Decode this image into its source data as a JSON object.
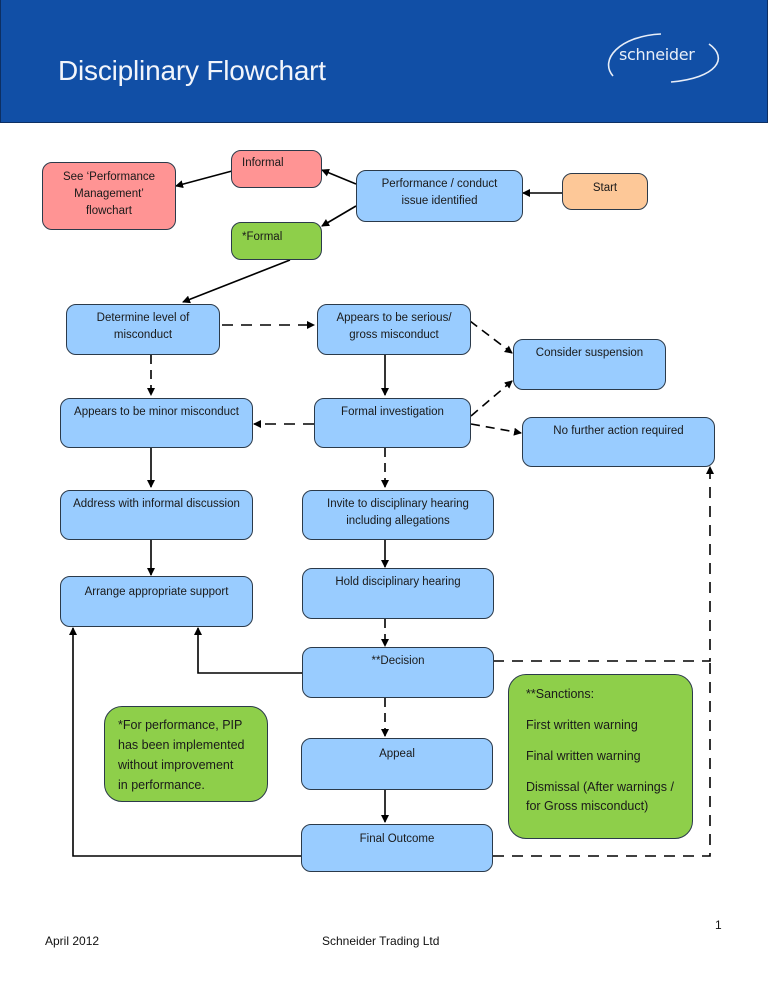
{
  "header": {
    "title": "Disciplinary Flowchart",
    "logo_text": "schneider",
    "background_color": "#114fa6"
  },
  "nodes": {
    "start": "Start",
    "issue_identified": [
      "Performance / conduct",
      "issue identified"
    ],
    "informal": "Informal",
    "formal": "*Formal",
    "see_performance": [
      "See ‘Performance",
      "Management’",
      "flowchart"
    ],
    "determine_level": [
      "Determine level of",
      "misconduct"
    ],
    "serious_misconduct": [
      "Appears to be serious/",
      "gross misconduct"
    ],
    "consider_suspension": "Consider suspension",
    "minor_misconduct": "Appears to be minor misconduct",
    "formal_investigation": "Formal investigation",
    "no_further_action": "No further action required",
    "informal_discussion": "Address with informal discussion",
    "invite_hearing": [
      "Invite to disciplinary hearing",
      "including allegations"
    ],
    "arrange_support": "Arrange appropriate support",
    "hold_hearing": "Hold disciplinary hearing",
    "decision": "**Decision",
    "appeal": "Appeal",
    "final_outcome": "Final Outcome"
  },
  "notes": {
    "pip_note": [
      "*For performance, PIP",
      "has been implemented",
      "without improvement",
      "in performance."
    ],
    "sanctions": {
      "title": "**Sanctions:",
      "items": [
        "First written warning",
        "Final written warning",
        "Dismissal (After warnings /",
        "for Gross misconduct)"
      ]
    }
  },
  "colors": {
    "process": "#99ccff",
    "informal": "#ff9494",
    "formal": "#8ecf4a",
    "start": "#fdc898"
  },
  "footer": {
    "date": "April 2012",
    "company": "Schneider Trading Ltd",
    "page_number": "1"
  }
}
